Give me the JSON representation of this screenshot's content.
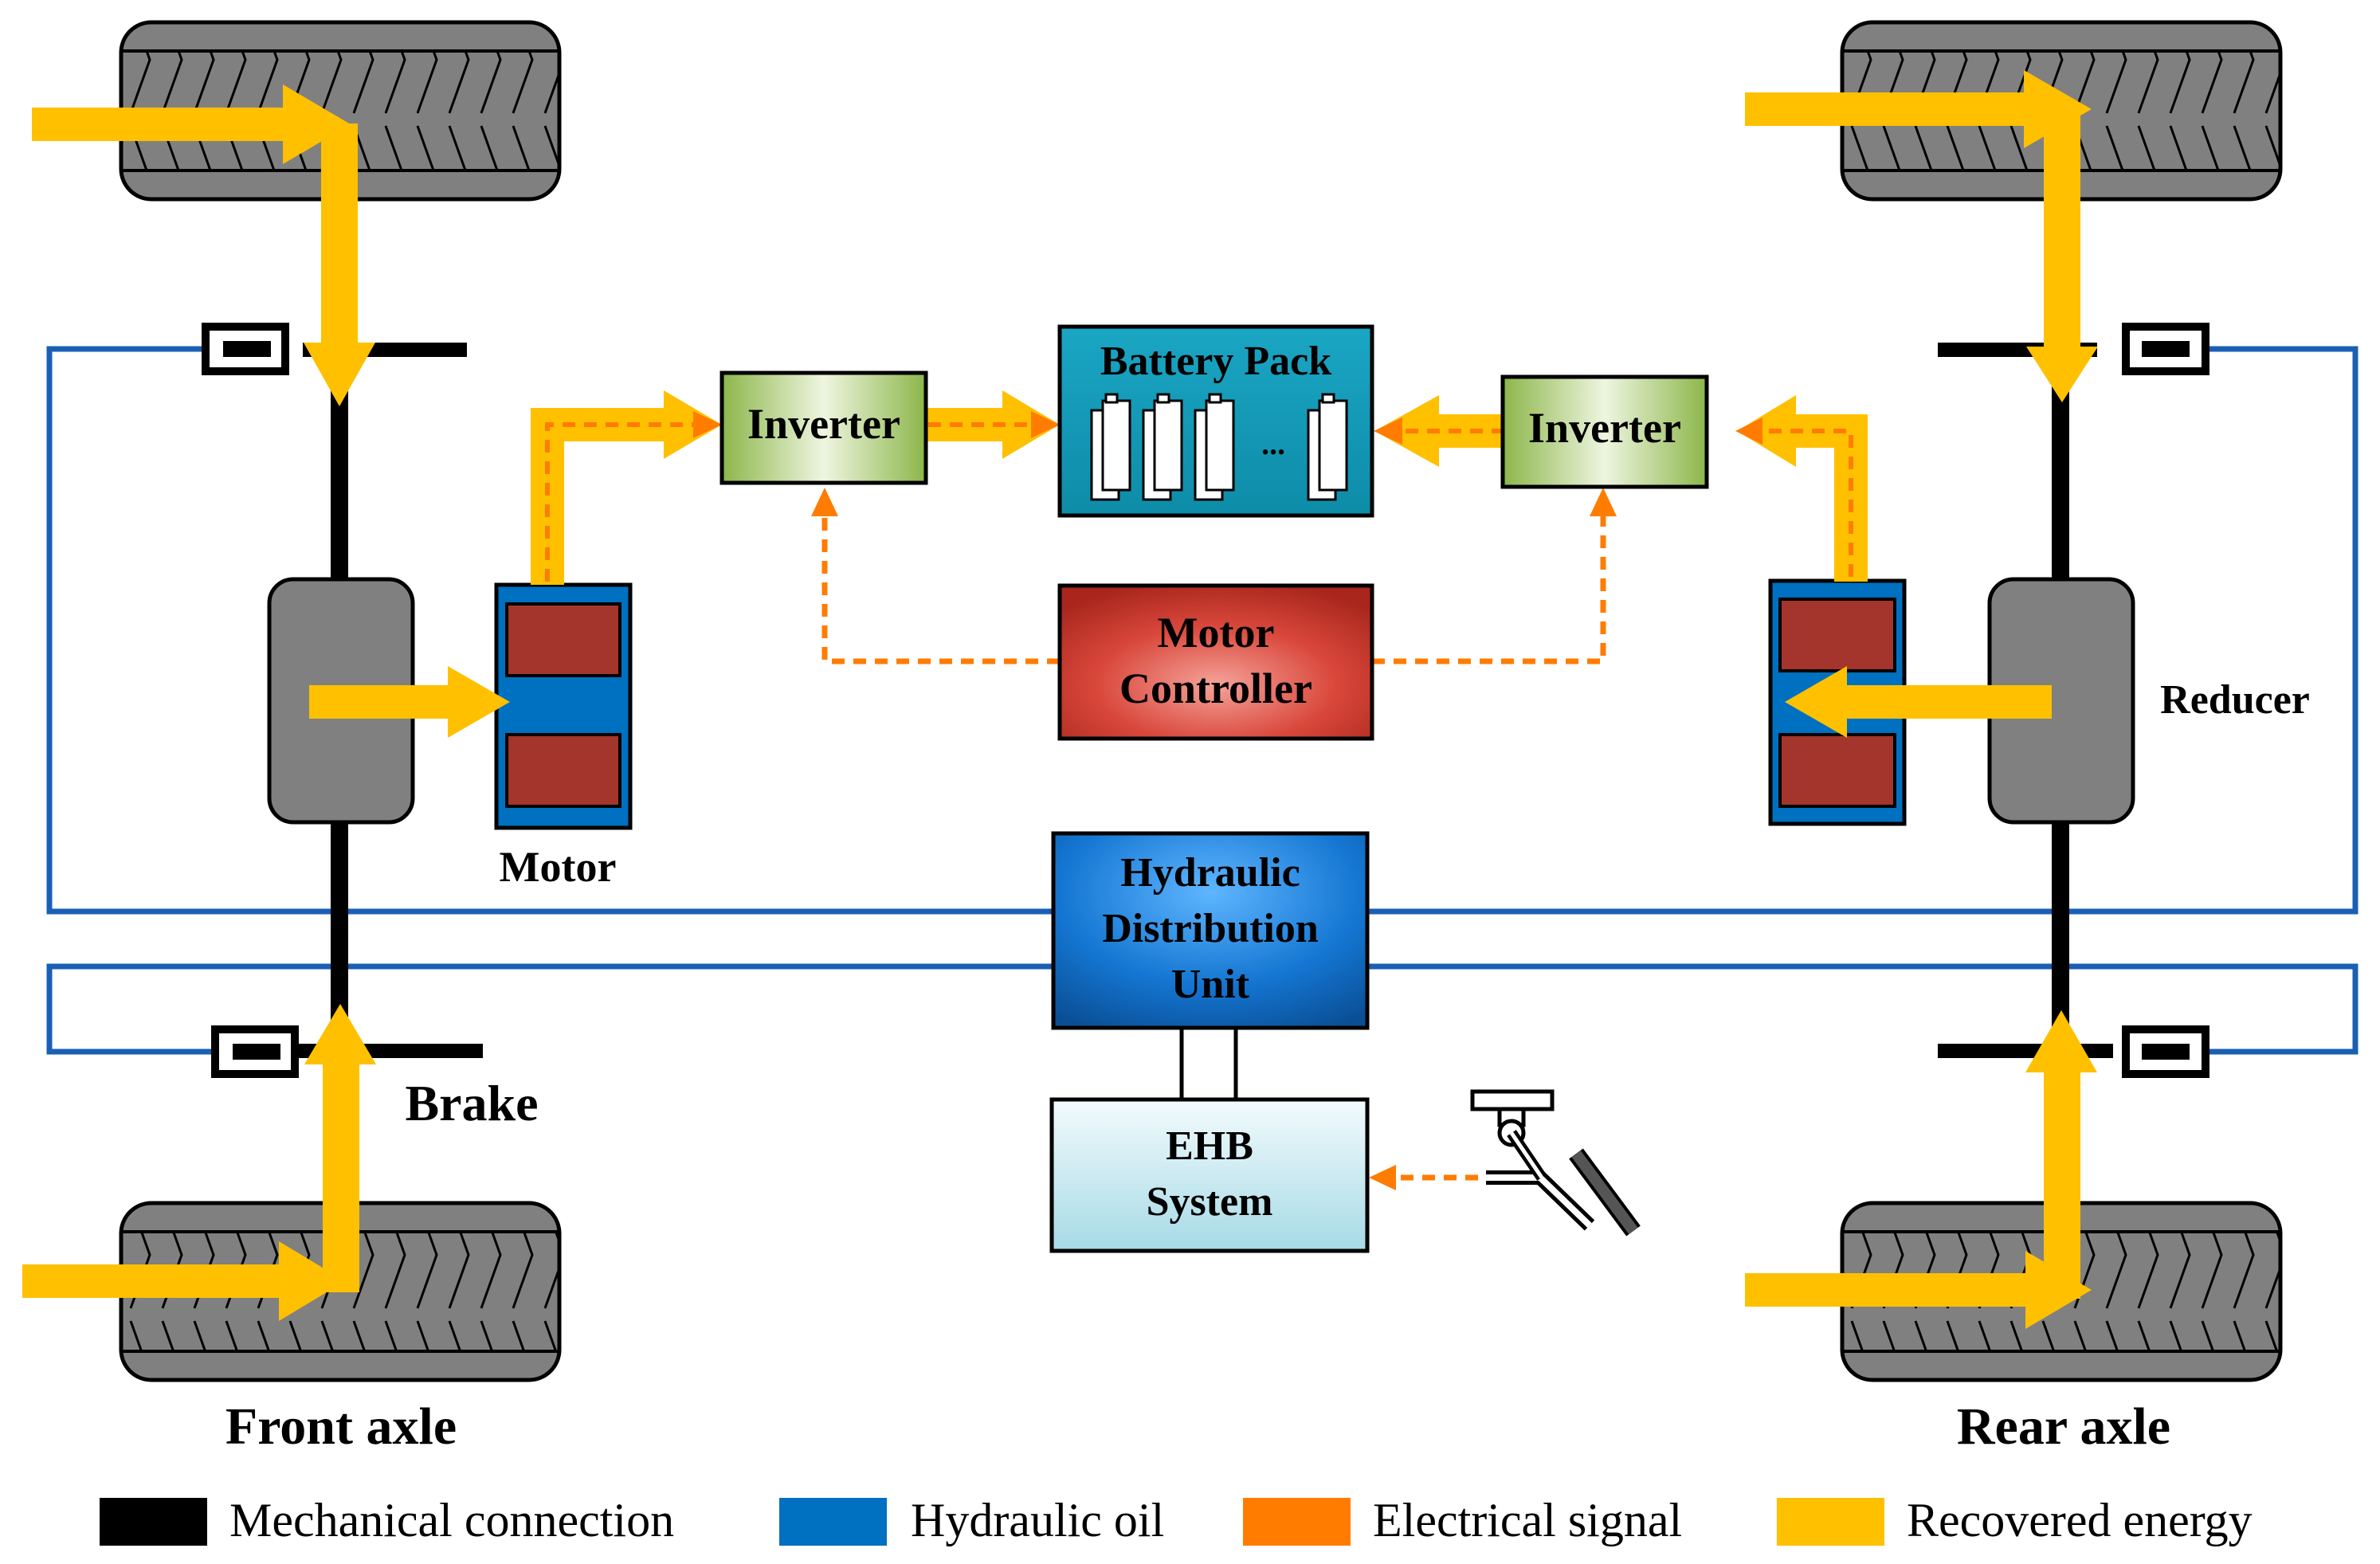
{
  "labels": {
    "battery_pack": "Battery Pack",
    "battery_ellipsis": "...",
    "inverter_left": "Inverter",
    "inverter_right": "Inverter",
    "motor_controller_line1": "Motor",
    "motor_controller_line2": "Controller",
    "hdu_line1": "Hydraulic",
    "hdu_line2": "Distribution",
    "hdu_line3": "Unit",
    "ehb_line1": "EHB",
    "ehb_line2": "System",
    "motor": "Motor",
    "reducer": "Reducer",
    "brake": "Brake",
    "front_axle": "Front axle",
    "rear_axle": "Rear axle"
  },
  "legend": [
    {
      "label": "Mechanical connection",
      "color": "#000000"
    },
    {
      "label": "Hydraulic oil",
      "color": "#0070c0"
    },
    {
      "label": "Electrical signal",
      "color": "#ff7c00"
    },
    {
      "label": "Recovered energy",
      "color": "#ffc000"
    }
  ],
  "colors": {
    "mechanical": "#000000",
    "hydraulic": "#1a5fb4",
    "electrical": "#ff7c00",
    "energy": "#ffc000",
    "tire": "#808080",
    "inverter": "#9bbb59",
    "battery": "#17a2b8",
    "controller": "#c0392b",
    "hdu": "#0b63b8",
    "ehb": "#b0dce8"
  }
}
